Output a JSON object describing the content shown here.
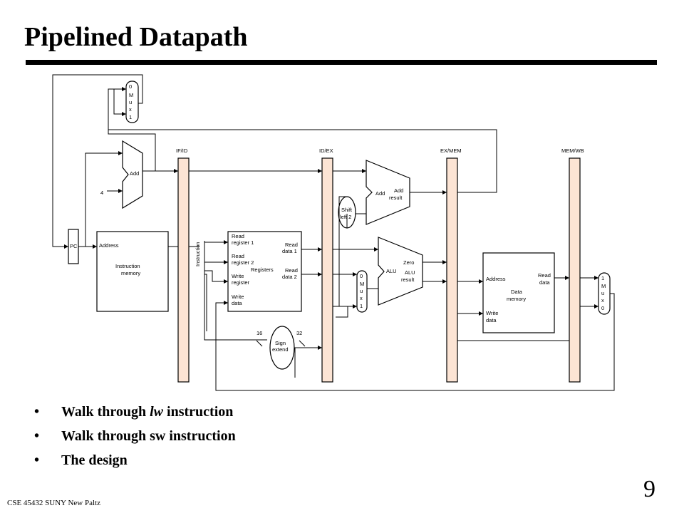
{
  "slide": {
    "title": "Pipelined Datapath",
    "page_number": "9",
    "footer": "CSE 45432 SUNY New Paltz"
  },
  "bullets": [
    {
      "prefix": "Walk through ",
      "emphasis": "lw",
      "suffix": " instruction"
    },
    {
      "prefix": "Walk through sw instruction",
      "emphasis": "",
      "suffix": ""
    },
    {
      "prefix": "The design",
      "emphasis": "",
      "suffix": ""
    }
  ],
  "diagram": {
    "colors": {
      "pipeline_register_fill": "#fce4d4",
      "line": "#000000"
    },
    "pipeline_registers": {
      "if_id": "IF/ID",
      "id_ex": "ID/EX",
      "ex_mem": "EX/MEM",
      "mem_wb": "MEM/WB"
    },
    "pc": "PC",
    "pc_mux": {
      "top": "0",
      "m": "M",
      "u": "u",
      "x": "x",
      "bottom": "1"
    },
    "pc_adder": {
      "label": "Add",
      "const": "4"
    },
    "instruction_memory": {
      "address": "Address",
      "line1": "Instruction",
      "line2": "memory",
      "output": "Instruction"
    },
    "registers": {
      "read_reg1_l1": "Read",
      "read_reg1_l2": "register 1",
      "read_reg2_l1": "Read",
      "read_reg2_l2": "register 2",
      "write_reg_l1": "Write",
      "write_reg_l2": "register",
      "write_data_l1": "Write",
      "write_data_l2": "data",
      "read_data1_l1": "Read",
      "read_data1_l2": "data 1",
      "read_data2_l1": "Read",
      "read_data2_l2": "data 2",
      "title": "Registers"
    },
    "sign_extend": {
      "line1": "Sign",
      "line2": "extend",
      "in_bits": "16",
      "out_bits": "32"
    },
    "shift": {
      "line1": "Shift",
      "line2": "left 2"
    },
    "branch_adder": {
      "label": "Add",
      "result_l1": "Add",
      "result_l2": "result"
    },
    "alu_mux": {
      "top": "0",
      "m": "M",
      "u": "u",
      "x": "x",
      "bottom": "1"
    },
    "alu": {
      "label": "ALU",
      "zero": "Zero",
      "result_l1": "ALU",
      "result_l2": "result"
    },
    "data_memory": {
      "address": "Address",
      "read_l1": "Read",
      "read_l2": "data",
      "mem_l1": "Data",
      "mem_l2": "memory",
      "write_l1": "Write",
      "write_l2": "data"
    },
    "wb_mux": {
      "top": "1",
      "m": "M",
      "u": "u",
      "x": "x",
      "bottom": "0"
    }
  }
}
